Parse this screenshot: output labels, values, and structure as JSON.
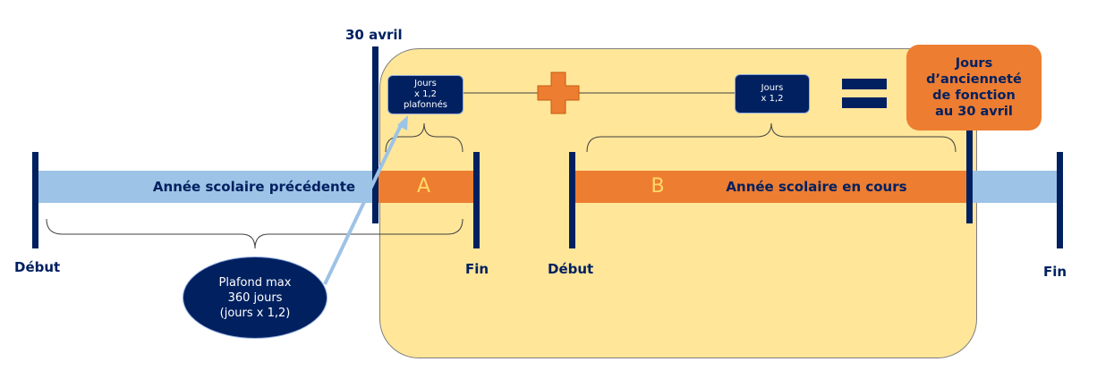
{
  "colors": {
    "navy": "#002060",
    "light_blue": "#9dc3e6",
    "orange": "#ed7d31",
    "yellow_panel": "#ffe699",
    "letter_color": "#ffd966"
  },
  "timeline": {
    "date_label": "30 avril",
    "prev_year_label": "Année scolaire précédente",
    "current_year_label": "Année scolaire en cours",
    "segment_a": "A",
    "segment_b": "B",
    "start_left": "Début",
    "end_left": "Fin",
    "start_right": "Début",
    "end_right": "Fin"
  },
  "formula": {
    "box_a": "Jours\nx 1,2\nplafonnés",
    "plus_symbol": "plus",
    "box_b": "Jours\nx 1,2",
    "equals_symbol": "equals",
    "result": "Jours\nd’ancienneté\nde fonction\nau 30 avril"
  },
  "callout": {
    "text": "Plafond max\n360 jours\n(jours x 1,2)"
  }
}
